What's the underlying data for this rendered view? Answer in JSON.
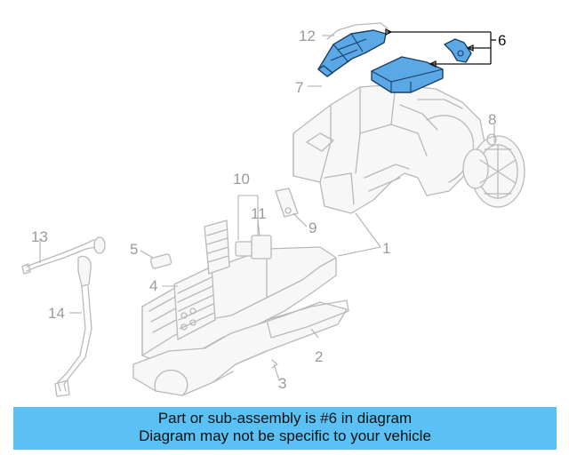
{
  "callouts": [
    {
      "id": "1",
      "label": "1",
      "highlighted": false
    },
    {
      "id": "2",
      "label": "2",
      "highlighted": false
    },
    {
      "id": "3",
      "label": "3",
      "highlighted": false
    },
    {
      "id": "4",
      "label": "4",
      "highlighted": false
    },
    {
      "id": "5",
      "label": "5",
      "highlighted": false
    },
    {
      "id": "6",
      "label": "6",
      "highlighted": true
    },
    {
      "id": "7",
      "label": "7",
      "highlighted": false
    },
    {
      "id": "8",
      "label": "8",
      "highlighted": false
    },
    {
      "id": "9",
      "label": "9",
      "highlighted": false
    },
    {
      "id": "10",
      "label": "10",
      "highlighted": false
    },
    {
      "id": "11",
      "label": "11",
      "highlighted": false
    },
    {
      "id": "12",
      "label": "12",
      "highlighted": false
    },
    {
      "id": "13",
      "label": "13",
      "highlighted": false
    },
    {
      "id": "14",
      "label": "14",
      "highlighted": false
    }
  ],
  "banner": {
    "line1": "Part or sub-assembly is #6 in diagram",
    "line2": "Diagram may not be specific to your vehicle"
  },
  "colors": {
    "banner_background": "#5bc0f4",
    "highlight_fill": "#5aa9e6",
    "highlight_outline": "#1b3f66",
    "ghost_line": "#b9b9b9"
  }
}
